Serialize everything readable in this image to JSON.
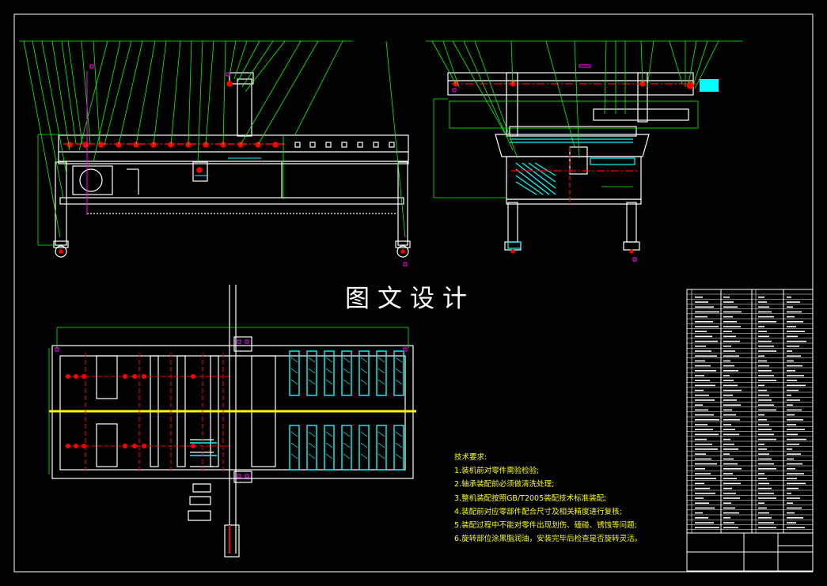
{
  "watermark": "图文设计",
  "tech_requirements": {
    "title": "技术要求:",
    "items": [
      "1.装机前对零件需验检验;",
      "2.轴承装配前必须做清洗处理;",
      "3.整机装配按照GB/T2005装配技术标准装配;",
      "4.装配前对应零部件配合尺寸及相关精度进行复核;",
      "5.装配过程中不能对零件出现划伤、磕碰、锈蚀等问题;",
      "6.旋转部位涂黑脂润油，安装完毕后检查是否旋转灵活。"
    ]
  },
  "colors": {
    "background": "#000000",
    "outline": "#ffffff",
    "leader": "#00ff00",
    "section": "#00ffff",
    "center": "#ff0000",
    "shaft": "#ffff00",
    "note": "#ffff00",
    "marker": "#ff00ff"
  }
}
